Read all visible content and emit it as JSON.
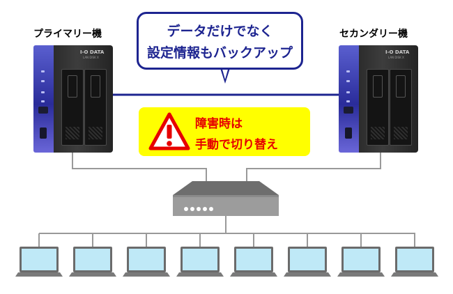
{
  "primary": {
    "label": "プライマリー機",
    "brand": "I-O DATA",
    "model": "LAN DISK X"
  },
  "secondary": {
    "label": "セカンダリー機",
    "brand": "I-O DATA",
    "model": "LAN DISK X"
  },
  "callout": {
    "line1": "データだけでなく",
    "line2": "設定情報もバックアップ"
  },
  "warning": {
    "line1": "障害時は",
    "line2": "手動で切り替え"
  },
  "colors": {
    "callout_border": "#1d2490",
    "warning_bg": "#ffff00",
    "warning_text": "#e60000",
    "line": "#1d2490",
    "network_line": "#999999",
    "screen": "#bfe9f7"
  },
  "clients": {
    "count": 8,
    "icon": "laptop-icon"
  },
  "switch": {
    "icon": "network-switch-icon"
  }
}
